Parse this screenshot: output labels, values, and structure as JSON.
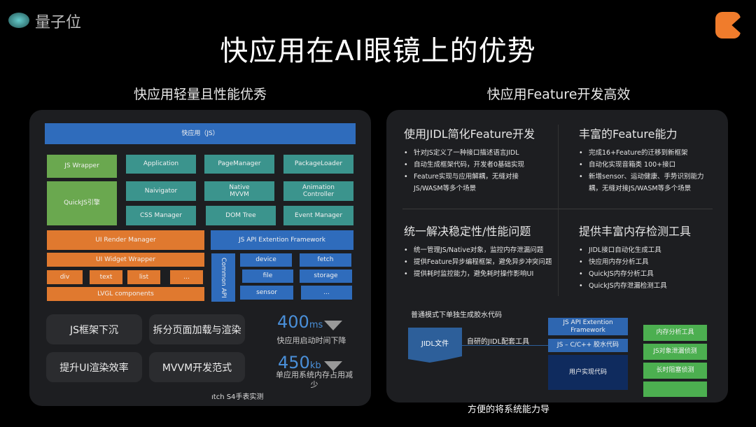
{
  "watermark": "量子位",
  "title": "快应用在AI眼镜上的优势",
  "left": {
    "subtitle": "快应用轻量且性能优秀",
    "arch": {
      "top": "快应用（JS）",
      "js_wrapper": "JS Wrapper",
      "quickjs": "QuickJS引擎",
      "modules": [
        "Application",
        "PageManager",
        "PackageLoader",
        "Naivigator",
        "Native MVVM",
        "Animation Controller",
        "CSS Manager",
        "DOM Tree",
        "Event Manager"
      ],
      "ui_render": "UI Render Manager",
      "api_framework": "JS API Extention Framework",
      "ui_widget": "UI Widget Wrapper",
      "widgets": [
        "div",
        "text",
        "list",
        "..."
      ],
      "lvgl": "LVGL components",
      "common_api": "Common API",
      "apis": [
        "device",
        "fetch",
        "file",
        "storage",
        "sensor",
        "..."
      ]
    },
    "features": [
      "JS框架下沉",
      "拆分页面加载与渲染",
      "提升UI渲染效率",
      "MVVM开发范式"
    ],
    "metrics": [
      {
        "value": "400",
        "unit": "ms",
        "caption": "快应用启动时间下降"
      },
      {
        "value": "450",
        "unit": "kb",
        "caption": "单应用系统内存占用减少"
      }
    ],
    "footnote": "ıtch S4手表实测"
  },
  "right": {
    "subtitle": "快应用Feature开发高效",
    "quadrants": [
      {
        "heading": "使用JIDL简化Feature开发",
        "items": [
          "针对JS定义了一种接口描述语言JIDL",
          "自动生成框架代码，开发者0基础实现",
          "Feature实现与应用解耦，无缝对接JS/WASM等多个场景"
        ]
      },
      {
        "heading": "丰富的Feature能力",
        "items": [
          "完成16+Feature的迁移到新框架",
          "自动化实现音箱类 100+接口",
          "新增sensor、运动健康、手势识别能力耦，无缝对接JS/WASM等多个场景"
        ]
      },
      {
        "heading": "统一解决稳定性/性能问题",
        "items": [
          "统一管理JS/Native对象，监控内存泄漏问题",
          "提供Feature异步编程框架，避免异步冲突问题",
          "提供耗时监控能力，避免耗时操作影响UI"
        ]
      },
      {
        "heading": "提供丰富内存检测工具",
        "items": [
          "JIDL接口自动化生成工具",
          "快应用内存分析工具",
          "QuickJS内存分析工具",
          "QuickJS内存泄漏检测工具"
        ]
      }
    ],
    "diagram": {
      "caption": "普通模式下单独生成胶水代码",
      "jidl_file": "JIDL文件",
      "tool": "自研的JIDL配套工具",
      "stack": [
        "JS API Extention Framework",
        "JS – C/C++ 胶水代码",
        "用户实现代码"
      ],
      "tools": [
        "内存分析工具",
        "JS对象泄漏侦测",
        "长时阻塞侦测",
        ""
      ]
    },
    "bottom_text": "方便的将系统能力导"
  },
  "colors": {
    "blue": "#2f6cbc",
    "green": "#6aa84f",
    "teal": "#3b948d",
    "orange": "#e0792f",
    "accent": "#4a8fd8"
  }
}
